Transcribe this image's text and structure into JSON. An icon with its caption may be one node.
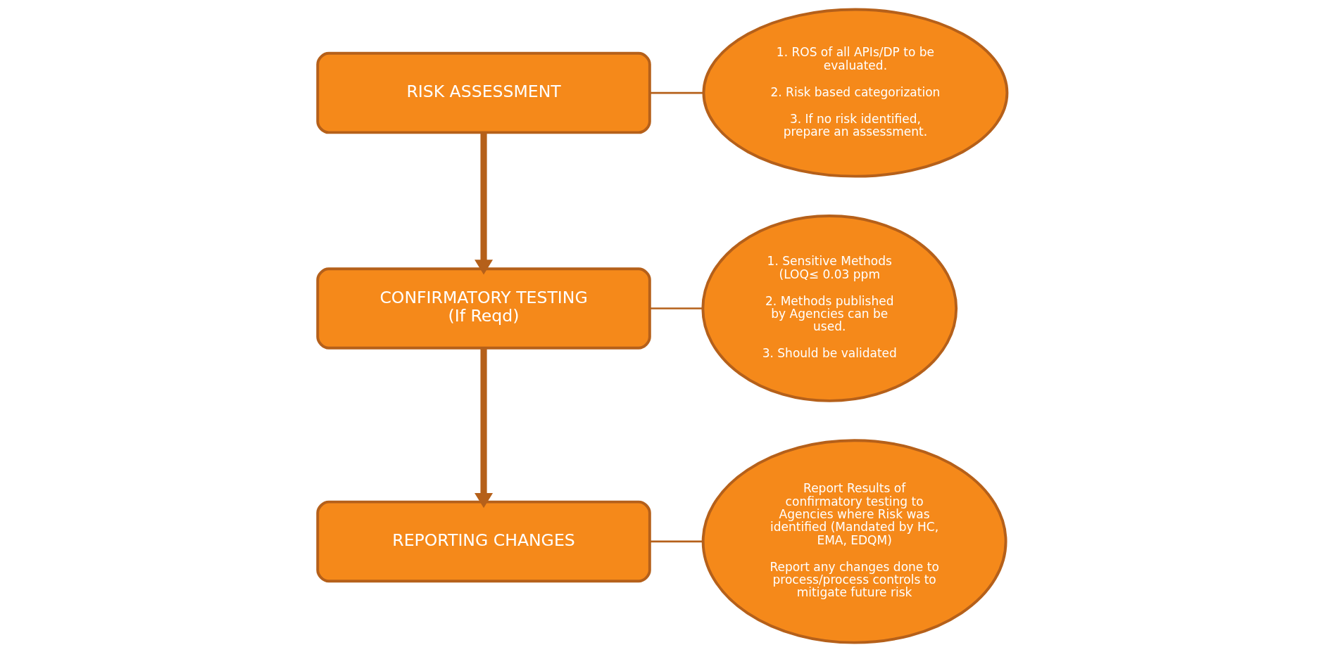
{
  "diagram": {
    "nodes": [
      {
        "text": [
          "RISK ASSESSMENT"
        ]
      },
      {
        "text": [
          "CONFIRMATORY TESTING (If Reqd)"
        ]
      },
      {
        "text": [
          "REPORTING CHANGES"
        ]
      },
      {
        "text": [
          "1. ROS of all APIs/DP to be evaluated.",
          "2. Risk based categorization",
          "3. If no risk identified, prepare an assessment."
        ]
      },
      {
        "text": [
          "1. Sensitive Methods (LOQ≤ 0.03 ppm",
          "2. Methods published by Agencies can be used.",
          "3. Should be validated"
        ]
      },
      {
        "text": [
          "Report Results of confirmatory testing to Agencies where Risk was identified (Mandated by HC, EMA, EDQM)",
          "Report any changes done to process/process controls to mitigate future risk"
        ]
      }
    ],
    "edges": [
      {
        "from": 0,
        "to": 1,
        "arrow": "to",
        "style": "thick"
      },
      {
        "from": 1,
        "to": 2,
        "arrow": "to",
        "style": "thick"
      },
      {
        "from": 3,
        "to": 0,
        "arrow": "none"
      },
      {
        "from": 4,
        "to": 1,
        "arrow": "none"
      },
      {
        "from": 5,
        "to": 2,
        "arrow": "none"
      }
    ]
  }
}
